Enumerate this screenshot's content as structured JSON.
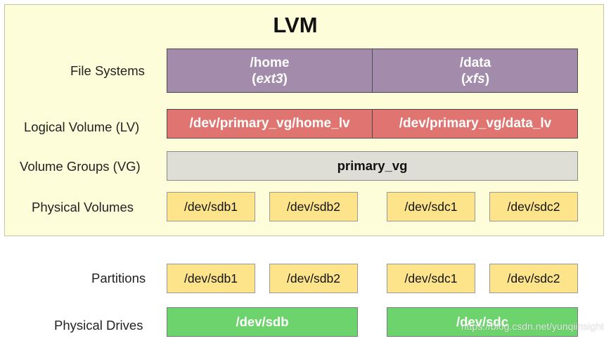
{
  "title": "LVM",
  "labels": {
    "file_systems": "File Systems",
    "logical_volume": "Logical Volume (LV)",
    "volume_groups": "Volume Groups (VG)",
    "physical_volumes": "Physical Volumes",
    "partitions": "Partitions",
    "physical_drives": "Physical Drives"
  },
  "file_systems": [
    {
      "mount": "/home",
      "type": "ext3"
    },
    {
      "mount": "/data",
      "type": "xfs"
    }
  ],
  "logical_volumes": [
    "/dev/primary_vg/home_lv",
    "/dev/primary_vg/data_lv"
  ],
  "volume_group": "primary_vg",
  "physical_volumes": [
    "/dev/sdb1",
    "/dev/sdb2",
    "/dev/sdc1",
    "/dev/sdc2"
  ],
  "partitions": [
    "/dev/sdb1",
    "/dev/sdb2",
    "/dev/sdc1",
    "/dev/sdc2"
  ],
  "physical_drives": [
    "/dev/sdb",
    "/dev/sdc"
  ],
  "watermark": "https://blog.csdn.net/yunqiinsight",
  "colors": {
    "lvm_background": "#fdfdd9",
    "file_system": "#a38bab",
    "logical_volume": "#e07470",
    "volume_group": "#deded6",
    "physical_volume": "#fde48a",
    "physical_drive": "#6dd36d"
  }
}
